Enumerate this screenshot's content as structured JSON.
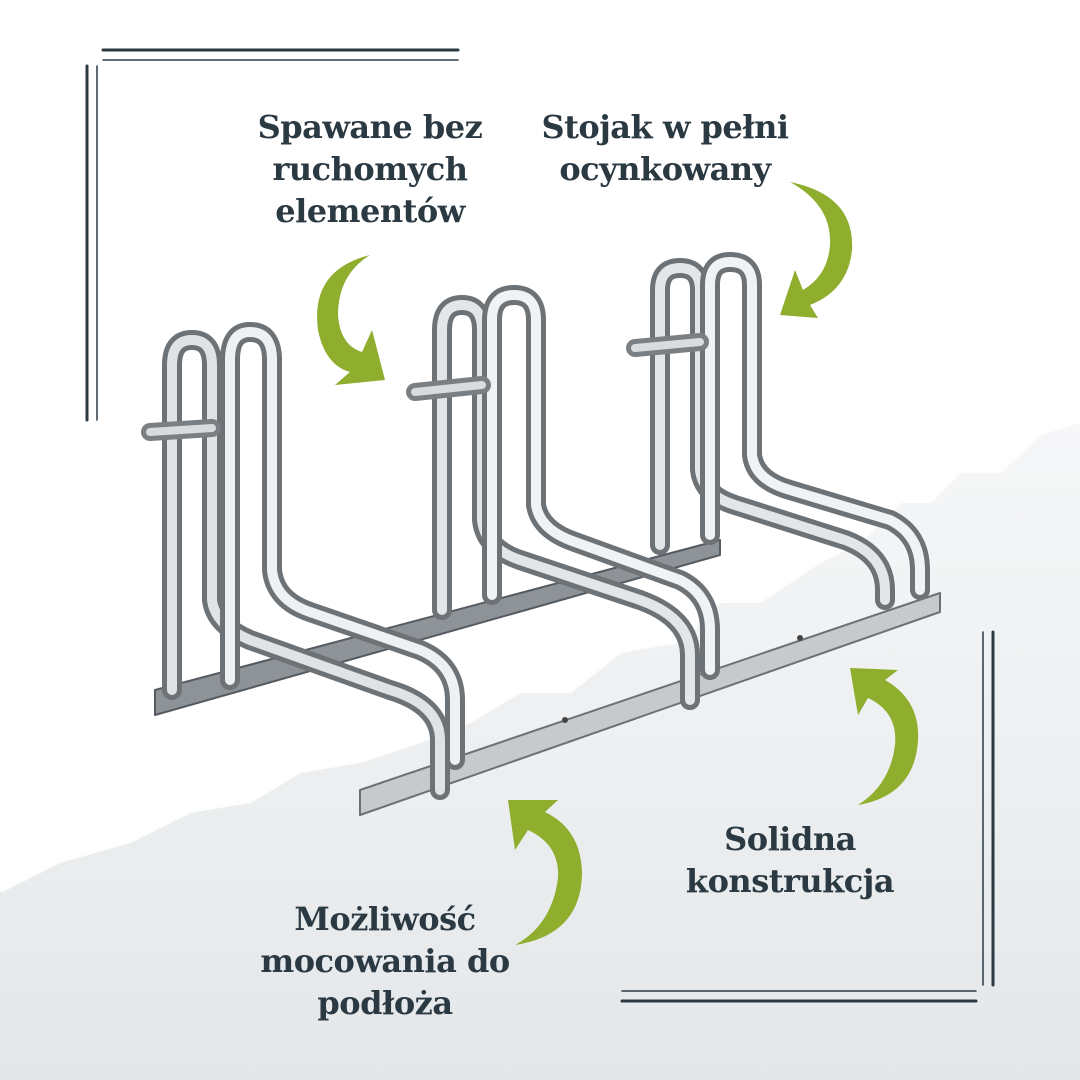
{
  "labels": {
    "welded": [
      "Spawane bez",
      "ruchomych",
      "elementów"
    ],
    "galvanized": [
      "Stojak w pełni",
      "ocynkowany"
    ],
    "solid": [
      "Solidna",
      "konstrukcja"
    ],
    "mounting": [
      "Możliwość",
      "mocowania do",
      "podłoża"
    ]
  },
  "colors": {
    "text": "#2b3943",
    "arrow": "#8fae2e",
    "frame": "#2b3943",
    "paper": "#eceeef"
  },
  "icons": [
    "curved-arrow-icon",
    "bike-rack-illustration"
  ]
}
